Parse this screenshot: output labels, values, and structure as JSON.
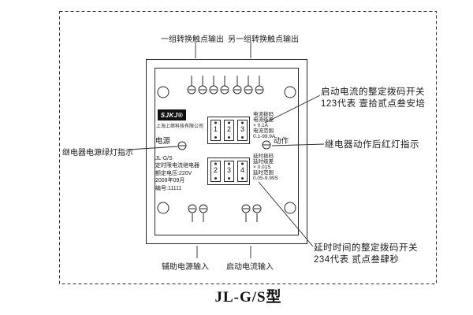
{
  "caption": "JL-G/S型",
  "labels": {
    "top_left": "一组转换触点输出",
    "top_right": "另一组转换触点输出",
    "right_top_line1": "启动电流的整定拨码开关",
    "right_top_line2": "123代表 壹拾贰点叁安培",
    "right_mid": "继电器动作后红灯指示",
    "left_mid": "继电器电源绿灯指示",
    "bottom_right_line1": "延时时间的整定拨码开关",
    "bottom_right_line2": "234代表 贰点叁肆秒",
    "bottom_left": "辅助电源输入",
    "bottom_mid": "启动电流输入"
  },
  "panel": {
    "logo": "SJKJ®",
    "company": "上海上继科技有限公司",
    "power_label": "电源",
    "action_label": "动作",
    "current_block": {
      "digits": [
        "1",
        "2",
        "3"
      ],
      "info_lines": [
        "电流拨码",
        "电流级差",
        "× 0.1A",
        "电流范围",
        "0.1-99.9A"
      ]
    },
    "delay_block": {
      "digits": [
        "2",
        "3",
        "4"
      ],
      "info_lines": [
        "延时拨码",
        "延时级差",
        "× 0.01S",
        "延时范围",
        "0.05-9.99S"
      ]
    },
    "info_lines": [
      "JL-G/S",
      "定时限电流继电器",
      "额定电压:220V",
      "2009年09月",
      "编号:11111"
    ]
  }
}
